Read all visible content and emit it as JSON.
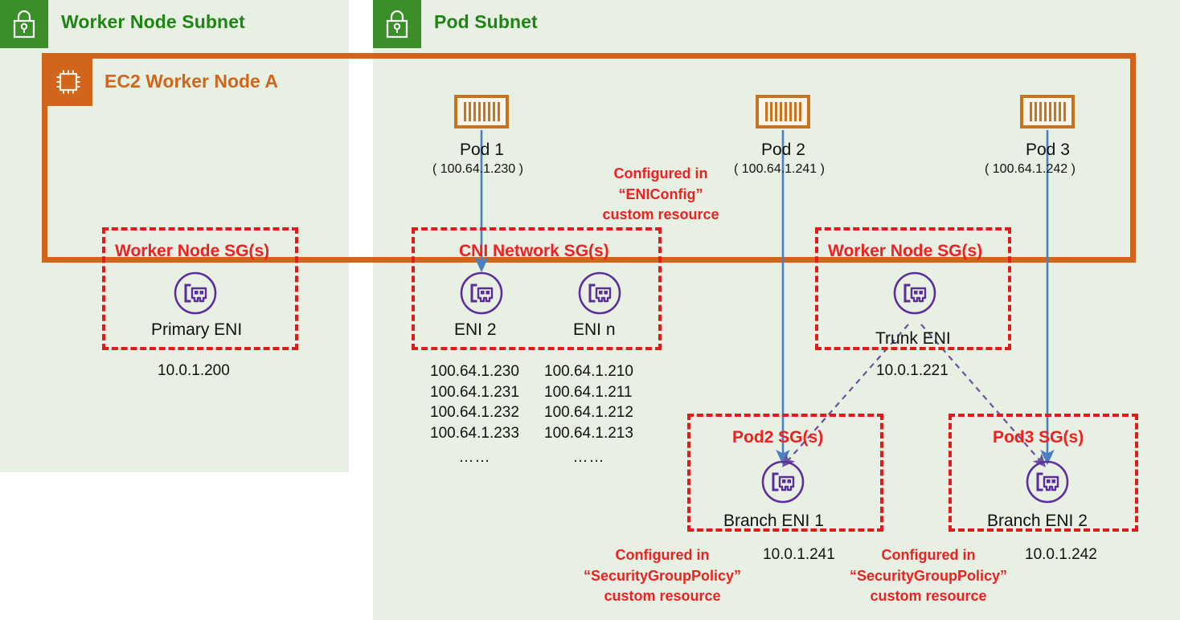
{
  "colors": {
    "subnet_bg": "#e8f0e4",
    "subnet_badge": "#3a8f29",
    "subnet_text": "#1e8416",
    "ec2_orange": "#d1651b",
    "pod_orange": "#c8731f",
    "sg_red": "#e01b1b",
    "note_red": "#ef2020",
    "eni_purple": "#5b2d9e",
    "arrow_blue": "#4a7fc1",
    "dash_purple": "#6b4fa0",
    "text_black": "#111111"
  },
  "subnets": [
    {
      "id": "worker",
      "title": "Worker Node Subnet",
      "icon": "lock-icon"
    },
    {
      "id": "pod",
      "title": "Pod Subnet",
      "icon": "lock-icon"
    }
  ],
  "ec2": {
    "title": "EC2 Worker Node A",
    "icon": "cpu-chip-icon"
  },
  "pods": [
    {
      "id": "pod1",
      "name": "Pod 1",
      "ip": "( 100.64.1.230 )",
      "icon": "pod-container-icon"
    },
    {
      "id": "pod2",
      "name": "Pod 2",
      "ip": "( 100.64.1.241 )",
      "icon": "pod-container-icon"
    },
    {
      "id": "pod3",
      "name": "Pod 3",
      "ip": "( 100.64.1.242 )",
      "icon": "pod-container-icon"
    }
  ],
  "security_groups": [
    {
      "id": "worker-sg-left",
      "title": "Worker Node SG(s)"
    },
    {
      "id": "cni-network-sg",
      "title": "CNI Network SG(s)"
    },
    {
      "id": "worker-sg-right",
      "title": "Worker Node SG(s)"
    },
    {
      "id": "pod2-sg",
      "title": "Pod2 SG(s)"
    },
    {
      "id": "pod3-sg",
      "title": "Pod3 SG(s)"
    }
  ],
  "enis": [
    {
      "id": "primary-eni",
      "name": "Primary ENI",
      "ip": "10.0.1.200",
      "icon": "network-card-icon"
    },
    {
      "id": "eni-2",
      "name": "ENI 2",
      "ip": "",
      "icon": "network-card-icon"
    },
    {
      "id": "eni-n",
      "name": "ENI n",
      "ip": "",
      "icon": "network-card-icon"
    },
    {
      "id": "trunk-eni",
      "name": "Trunk ENI",
      "ip": "10.0.1.221",
      "icon": "network-card-icon"
    },
    {
      "id": "branch-eni-1",
      "name": "Branch ENI 1",
      "ip": "10.0.1.241",
      "icon": "network-card-icon"
    },
    {
      "id": "branch-eni-2",
      "name": "Branch ENI 2",
      "ip": "10.0.1.242",
      "icon": "network-card-icon"
    }
  ],
  "ip_pools": [
    {
      "id": "eni2-pool",
      "ips": [
        "100.64.1.230",
        "100.64.1.231",
        "100.64.1.232",
        "100.64.1.233"
      ],
      "more": "……"
    },
    {
      "id": "enin-pool",
      "ips": [
        "100.64.1.210",
        "100.64.1.211",
        "100.64.1.212",
        "100.64.1.213"
      ],
      "more": "……"
    }
  ],
  "notes": [
    {
      "id": "eniconfig-note",
      "line1": "Configured in",
      "line2": "“ENIConfig”",
      "line3": "custom resource"
    },
    {
      "id": "sgp-note-pod2",
      "line1": "Configured in",
      "line2": "“SecurityGroupPolicy”",
      "line3": "custom resource"
    },
    {
      "id": "sgp-note-pod3",
      "line1": "Configured in",
      "line2": "“SecurityGroupPolicy”",
      "line3": "custom resource"
    }
  ]
}
